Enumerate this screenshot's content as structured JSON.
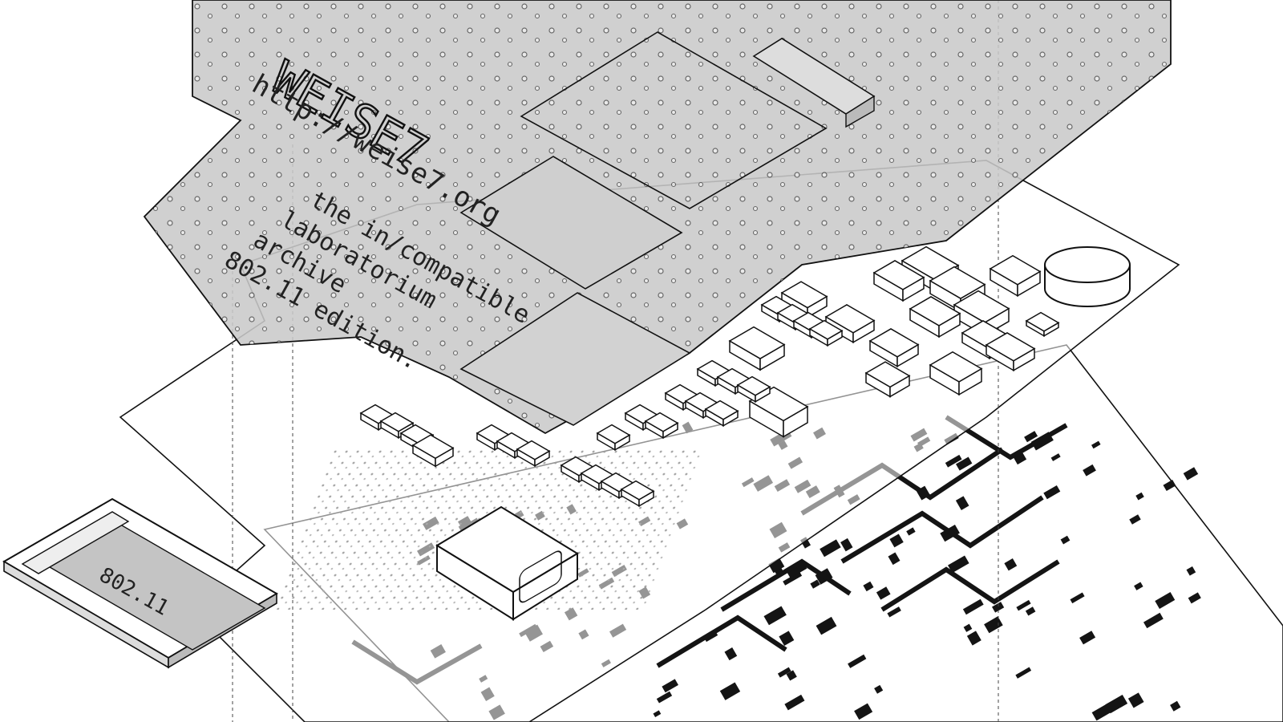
{
  "top_board": {
    "brand": "WEISE7",
    "url": "http://weise7.org",
    "tagline_1": "the in/compatible",
    "tagline_2": "laboratorium",
    "tagline_3": "archive",
    "tagline_4": "802.11 edition."
  },
  "wifi_module": {
    "label": "802.11"
  },
  "colors": {
    "board_fill": "#c9c9c9",
    "line": "#111111",
    "trace_grey": "#a8a8a8",
    "copper_black": "#141414"
  },
  "icons": {
    "board": "pcb-layer",
    "chip": "ic-chip",
    "connector": "usb-connector",
    "capacitor": "electrolytic-capacitor"
  }
}
